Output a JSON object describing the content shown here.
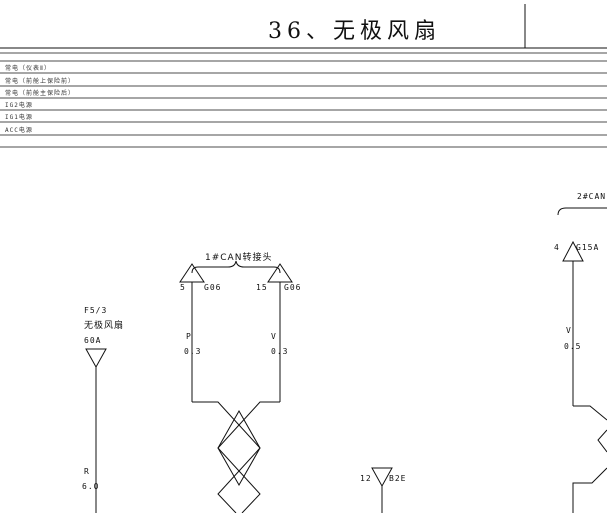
{
  "title": "36、无极风扇",
  "rails": [
    "常电（仪表Ⅱ）",
    "常电（前舱上保险前）",
    "常电（前舱主保险后）",
    "IG2电源",
    "IG1电源",
    "ACC电源"
  ],
  "connectors": {
    "can1": {
      "label": "1#CAN转接头",
      "pin_left": "5",
      "pin_left_code": "G06",
      "pin_right": "15",
      "pin_right_code": "G06"
    },
    "can2": {
      "label": "2#CAN",
      "pin": "4",
      "pin_code": "G15A"
    },
    "ground_pin": {
      "pin": "12",
      "code": "B2E"
    }
  },
  "fuse": {
    "id": "F5/3",
    "name": "无极风扇",
    "rating": "60A"
  },
  "wires": {
    "can1_left": {
      "color": "P",
      "size": "0.3"
    },
    "can1_right": {
      "color": "V",
      "size": "0.3"
    },
    "can2": {
      "color": "V",
      "size": "0.5"
    },
    "fuse_out": {
      "color": "R",
      "size": "6.0"
    }
  }
}
